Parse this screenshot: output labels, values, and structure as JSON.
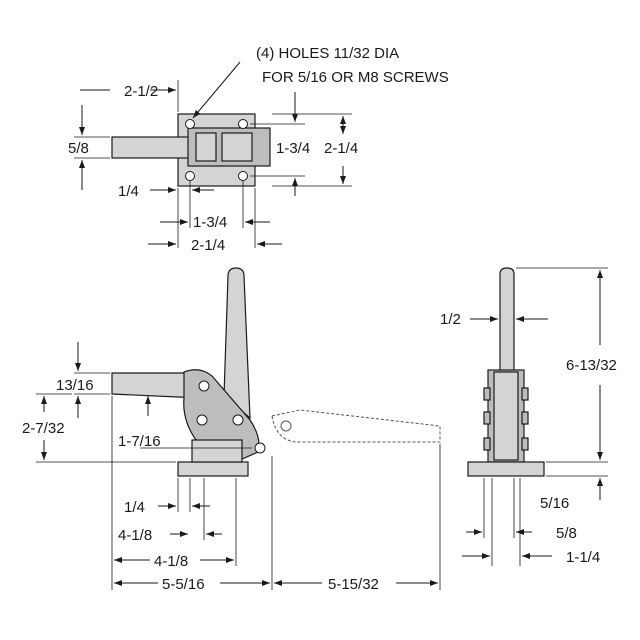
{
  "note": {
    "line1": "(4) HOLES 11/32 DIA",
    "line2": "FOR 5/16 OR M8 SCREWS"
  },
  "top_view": {
    "width_offset": "2-1/2",
    "handle_thickness": "5/8",
    "hole_spacing_v": "1-3/4",
    "base_height": "2-1/4",
    "edge_offset": "1/4",
    "hole_spacing_h": "1-3/4",
    "base_width": "2-1/4"
  },
  "front_view": {
    "arm_thickness": "13/16",
    "arm_height": "2-7/32",
    "pivot_height": "1-7/16",
    "base_offset": "1/4",
    "dim_a": "4-1/8",
    "dim_b": "4-1/8",
    "overall_left": "5-5/16",
    "overall_right": "5-15/32"
  },
  "side_view": {
    "handle_width": "1/2",
    "overall_height": "6-13/32",
    "base_thickness": "5/16",
    "base_inner": "5/8",
    "base_width": "1-1/4"
  }
}
